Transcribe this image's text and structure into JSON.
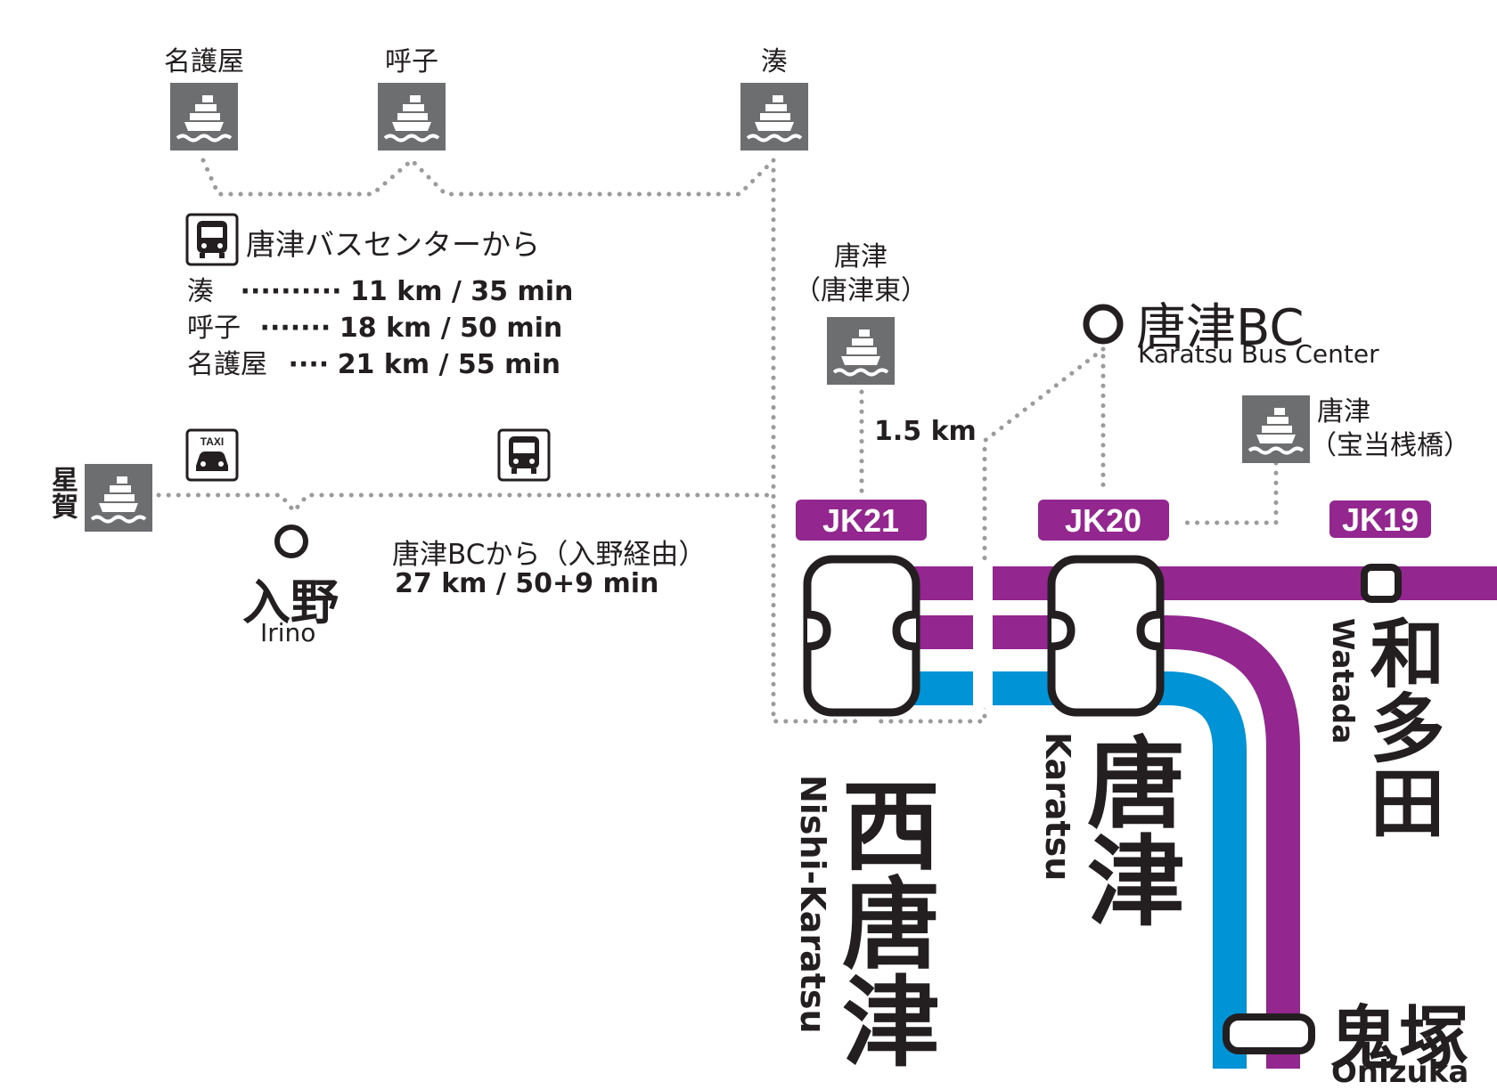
{
  "colors": {
    "purple": "#93268f",
    "blue": "#0094d6",
    "grey_icon": "#6d6e70",
    "dot": "#9b9b9b",
    "ink": "#231f20"
  },
  "ferry_ports": {
    "nagoya": "名護屋",
    "yobuko": "呼子",
    "minato": "湊",
    "karatsu_east_1": "唐津",
    "karatsu_east_2": "（唐津東）",
    "hotoutou_1": "唐津",
    "hotoutou_2": "（宝当桟橋）",
    "hoshika": "星賀"
  },
  "bus_info": {
    "heading": "唐津バスセンターから",
    "rows": [
      {
        "place": "湊",
        "leader": "··········",
        "value": "11 km / 35 min"
      },
      {
        "place": "呼子",
        "leader": "·······",
        "value": "18 km / 50 min"
      },
      {
        "place": "名護屋",
        "leader": "····",
        "value": "21 km / 55 min"
      }
    ]
  },
  "distance_label": "1.5 km",
  "irino": {
    "name": "入野",
    "roman": "Irino",
    "route_line1": "唐津BCから（入野経由）",
    "route_line2": "27 km / 50+9 min"
  },
  "bus_center": {
    "name": "唐津BC",
    "roman": "Karatsu Bus Center"
  },
  "taxi_label": "TAXI",
  "stations": {
    "jk21": {
      "code": "JK21",
      "name": "西唐津",
      "roman": "Nishi-Karatsu"
    },
    "jk20": {
      "code": "JK20",
      "name": "唐津",
      "roman": "Karatsu"
    },
    "jk19": {
      "code": "JK19",
      "name": "和多田",
      "roman": "Watada"
    },
    "onizuka": {
      "name": "鬼塚",
      "roman": "Onizuka"
    }
  },
  "icons": [
    "ferry-icon",
    "bus-icon",
    "taxi-icon"
  ]
}
